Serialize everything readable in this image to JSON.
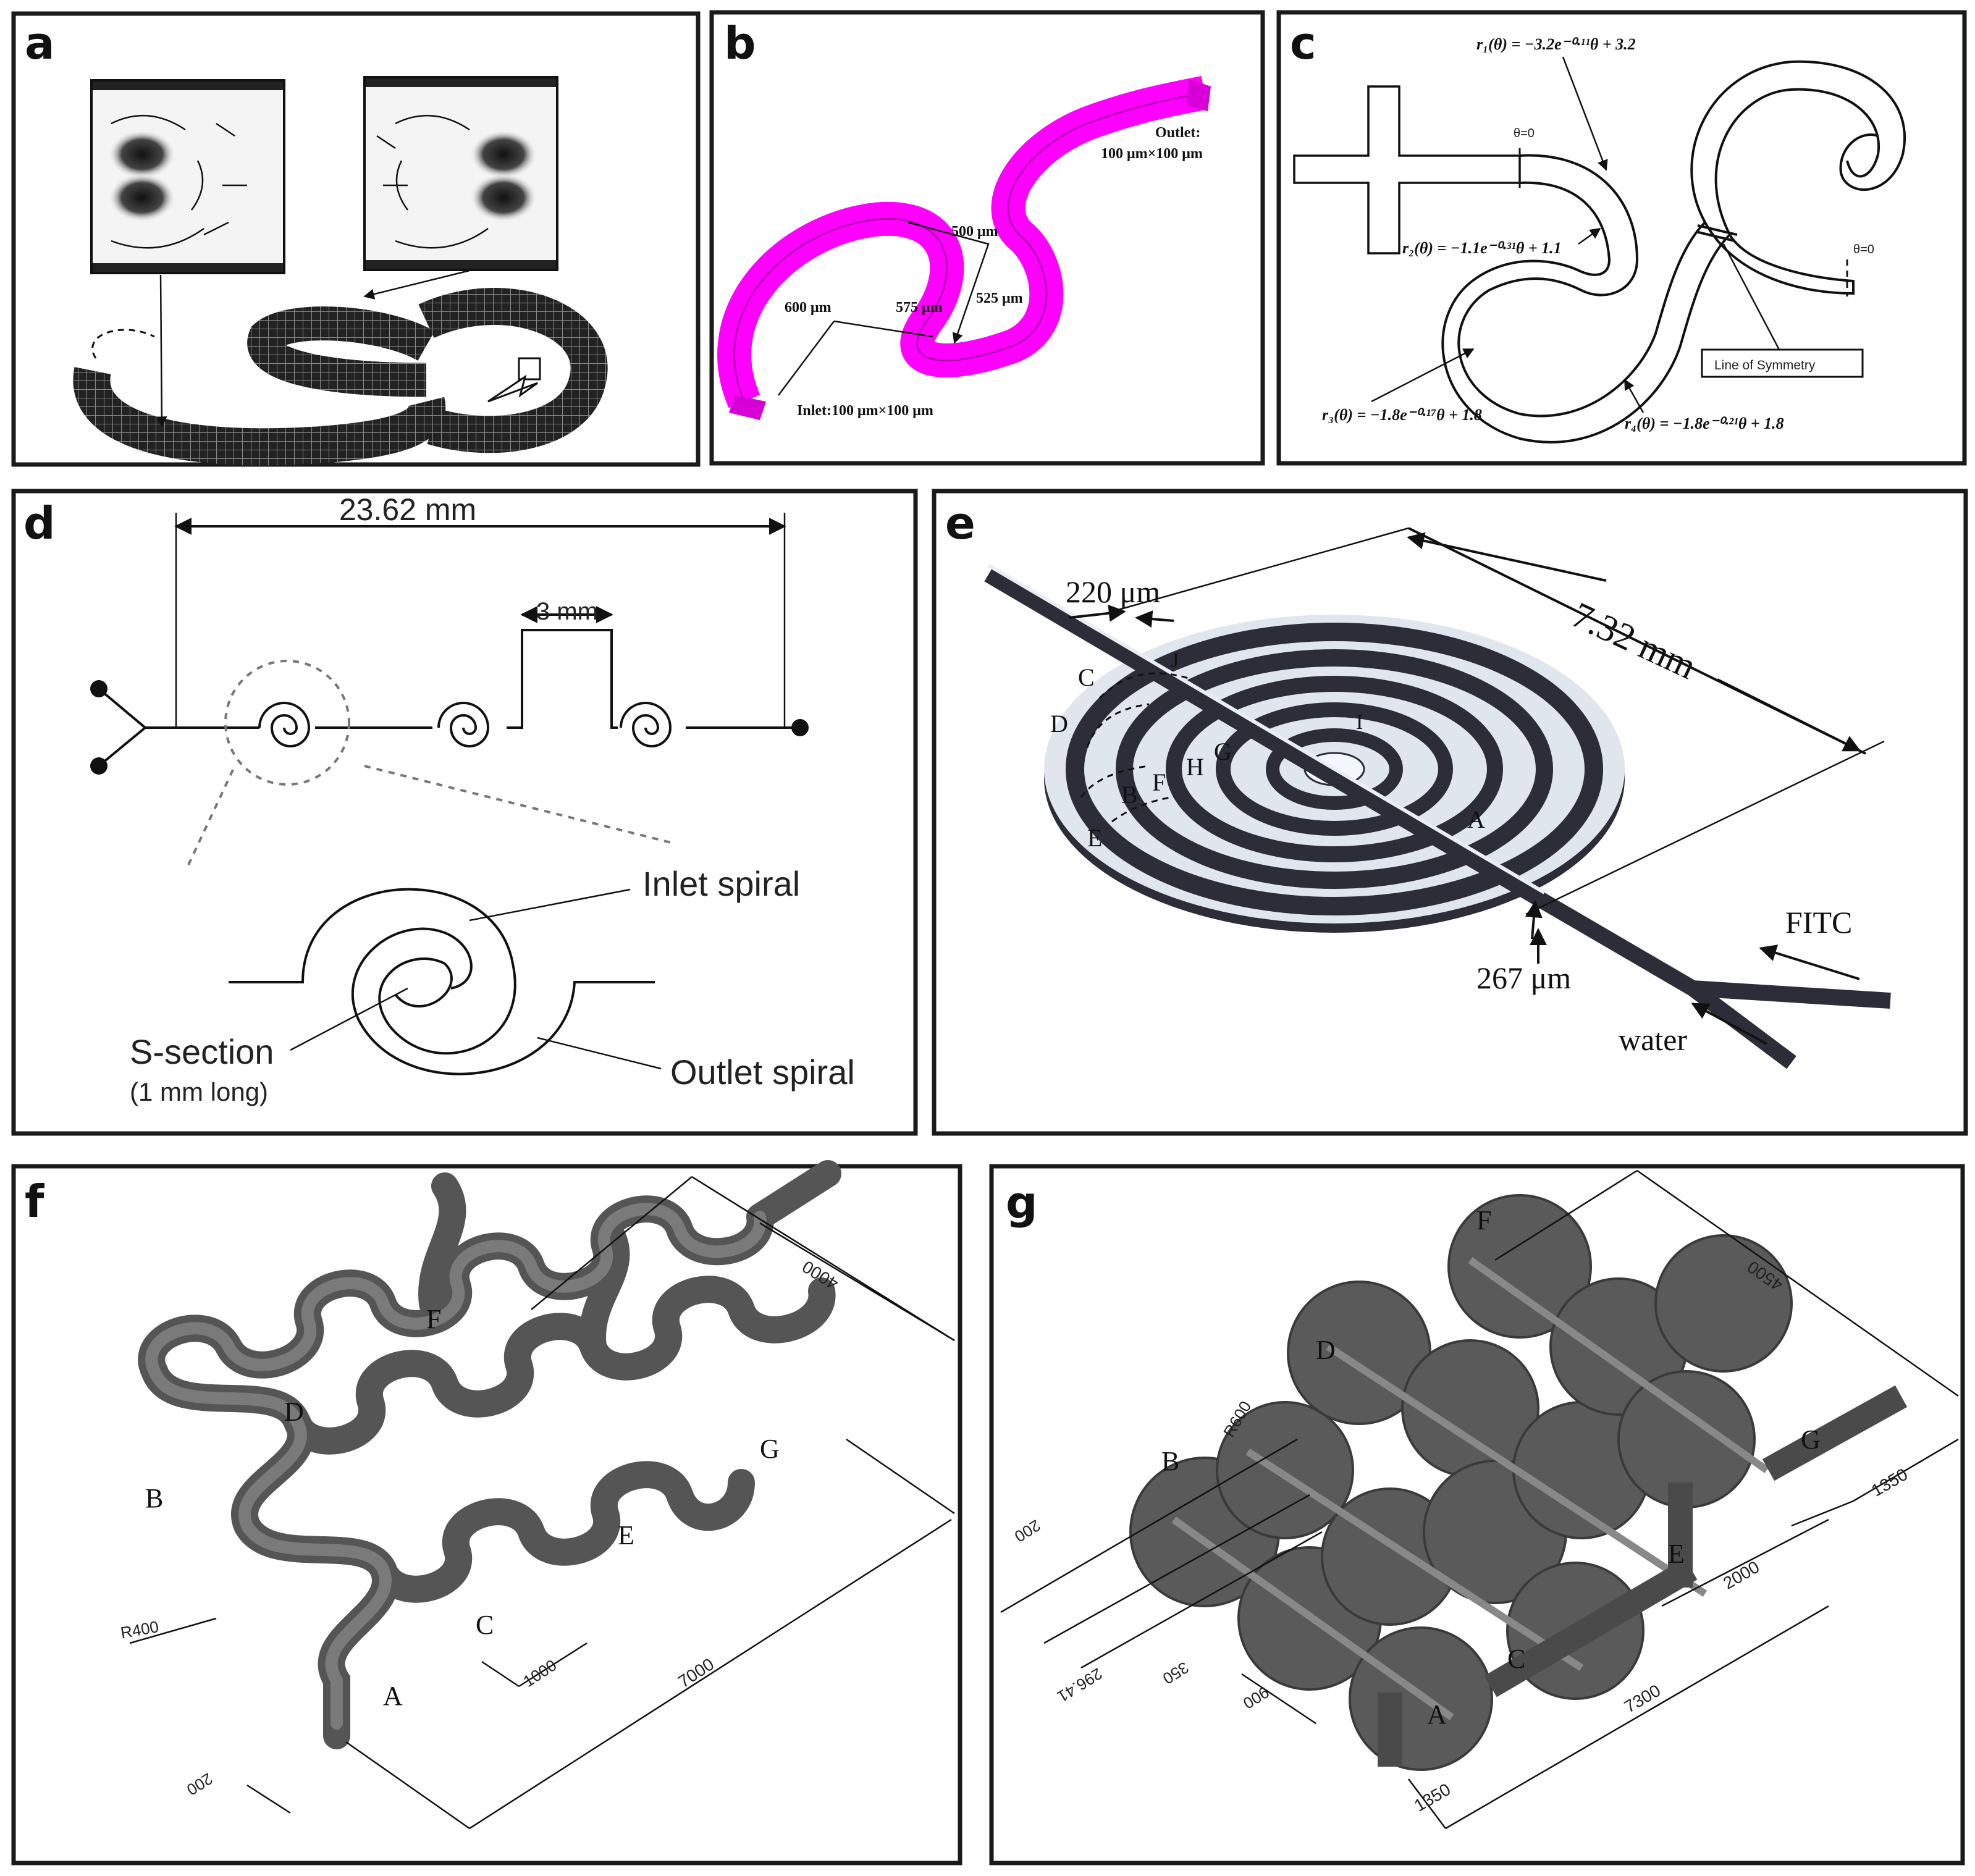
{
  "panels": {
    "a": {
      "label": "a"
    },
    "b": {
      "label": "b",
      "outlet": "Outlet:",
      "outlet_dims": "100 μm×100 μm",
      "inlet": "Inlet:100 μm×100 μm",
      "dim_500": "500 μm",
      "dim_575": "575 μm",
      "dim_525": "525 μm",
      "dim_600": "600 μm",
      "accent_color": "#ff00ff"
    },
    "c": {
      "label": "c",
      "eq_r1": "r₁(θ) = −3.2e⁻⁰·¹¹θ + 3.2",
      "eq_r2": "r₂(θ) = −1.1e⁻⁰·³¹θ + 1.1",
      "eq_r3": "r₃(θ) = −1.8e⁻⁰·¹⁷θ + 1.8",
      "eq_r4": "r₄(θ) = −1.8e⁻⁰·²¹θ + 1.8",
      "theta_left": "θ=0",
      "theta_right": "θ=0",
      "symmetry": "Line of Symmetry"
    },
    "d": {
      "label": "d",
      "length": "23.62 mm",
      "pitch": "3 mm",
      "inlet_spiral": "Inlet spiral",
      "outlet_spiral": "Outlet spiral",
      "s_section": "S-section",
      "s_length": "(1 mm long)"
    },
    "e": {
      "label": "e",
      "w220": "220 μm",
      "diameter": "7.32 mm",
      "w267": "267 μm",
      "fitc": "FITC",
      "water": "water",
      "points": [
        "A",
        "B",
        "C",
        "D",
        "E",
        "F",
        "G",
        "H",
        "I",
        "J"
      ]
    },
    "f": {
      "label": "f",
      "points": [
        "A",
        "B",
        "C",
        "D",
        "E",
        "F",
        "G"
      ],
      "dim_4000": "4000",
      "dim_7000": "7000",
      "dim_1000": "1000",
      "dim_200": "200",
      "radius": "R400"
    },
    "g": {
      "label": "g",
      "points": [
        "A",
        "B",
        "C",
        "D",
        "E",
        "F",
        "G"
      ],
      "dim_4500": "4500",
      "dim_7300": "7300",
      "dim_2000": "2000",
      "dim_1350_top": "1350",
      "dim_1350_bottom": "1350",
      "dim_900": "900",
      "dim_350": "350",
      "dim_296": "296.41",
      "dim_200": "200",
      "radius": "R600"
    }
  }
}
